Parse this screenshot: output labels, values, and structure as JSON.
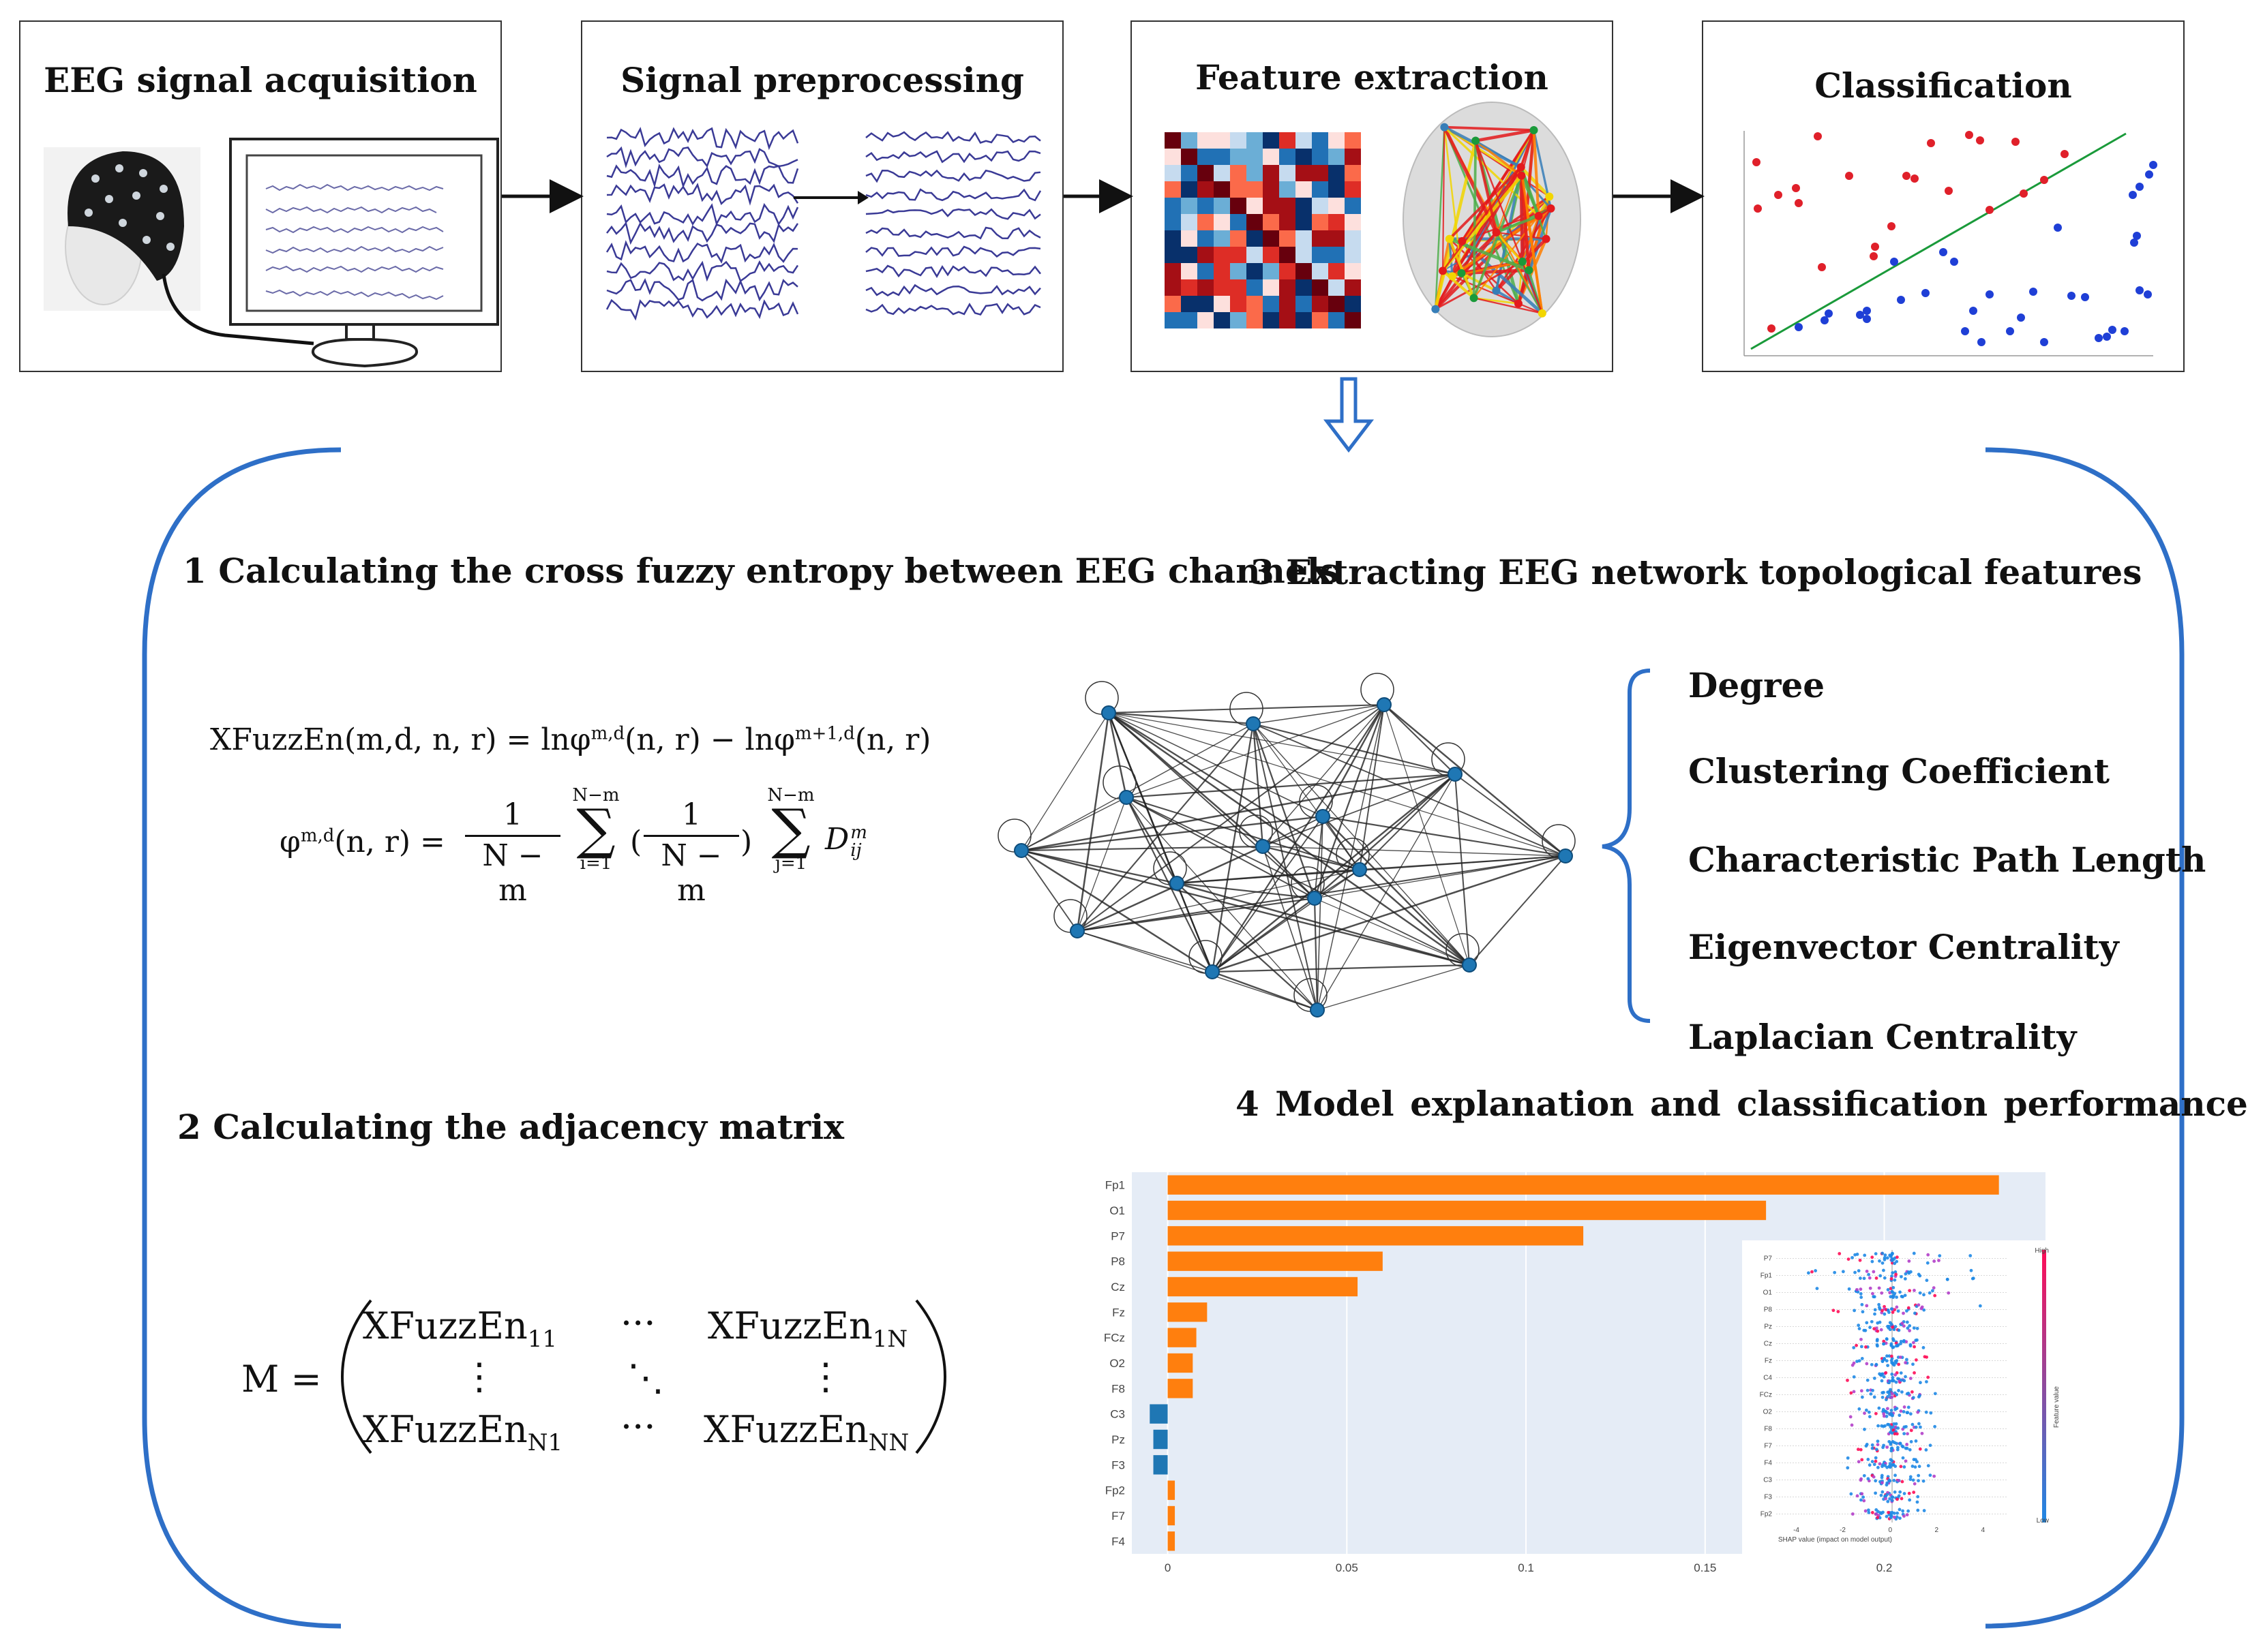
{
  "stages": [
    {
      "title": "EEG signal acquisition"
    },
    {
      "title": "Signal preprocessing"
    },
    {
      "title": "Feature extraction"
    },
    {
      "title": "Classification"
    }
  ],
  "steps": {
    "s1": "1 Calculating the cross fuzzy entropy between EEG channels",
    "s2": "2 Calculating the adjacency matrix",
    "s3": "3 Extracting EEG network topological features",
    "s4": "4 Model  explanation  and  classification  performance"
  },
  "features": [
    "Degree",
    "Clustering Coefficient",
    "Characteristic Path Length",
    "Eigenvector Centrality",
    "Laplacian Centrality"
  ],
  "formula": {
    "line1_lhs": "XFuzzEn(m,d, n, r) = lnφ",
    "line1_sup1": "m,d",
    "line1_mid": "(n, r) − lnφ",
    "line1_sup2": "m+1,d",
    "line1_end": "(n, r)",
    "phi": "φ",
    "phi_sup": "m,d",
    "phi_args": "(n, r) =",
    "frac_num": "1",
    "frac_den": "N − m",
    "sum_top": "N−m",
    "sum_bot_i": "i=1",
    "sum_bot_j": "j=1",
    "d_letter": "D",
    "d_sup": "m",
    "d_sub": "ij"
  },
  "matrix": {
    "lhs": "M =",
    "base": "XFuzzEn",
    "sub11": "11",
    "sub1N": "1N",
    "subN1": "N1",
    "subNN": "NN",
    "hdots": "···",
    "vdots": "⋮",
    "ddots": "⋱"
  },
  "colors": {
    "bar_pos": "#ff7f0e",
    "bar_neg": "#1f77b4",
    "plot_bg": "#e5ecf6",
    "bracket": "#2e6fc7",
    "class_red": "#e0202a",
    "class_blue": "#1f3fd6",
    "class_line": "#1a9a3a"
  },
  "chart_data": {
    "type": "bar",
    "orientation": "horizontal",
    "categories": [
      "Fp1",
      "O1",
      "P7",
      "P8",
      "Cz",
      "Fz",
      "FCz",
      "O2",
      "F8",
      "C3",
      "Pz",
      "F3",
      "Fp2",
      "F7",
      "F4"
    ],
    "values": [
      0.232,
      0.167,
      0.116,
      0.06,
      0.053,
      0.011,
      0.008,
      0.007,
      0.007,
      -0.005,
      -0.004,
      -0.004,
      0.002,
      0.002,
      0.002
    ],
    "xticks": [
      "0",
      "0.05",
      "0.1",
      "0.15",
      "0.2"
    ],
    "xlim": [
      -0.01,
      0.245
    ],
    "grid": true
  },
  "beeswarm": {
    "features": [
      "P7",
      "Fp1",
      "O1",
      "P8",
      "Pz",
      "Cz",
      "Fz",
      "C4",
      "FCz",
      "O2",
      "F8",
      "F7",
      "F4",
      "C3",
      "F3",
      "Fp2"
    ],
    "xticks": [
      "-4",
      "-2",
      "0",
      "2",
      "4"
    ],
    "xlabel": "SHAP value (impact on model output)",
    "cbar_label": "Feature value",
    "cbar_high": "High",
    "cbar_low": "Low"
  }
}
